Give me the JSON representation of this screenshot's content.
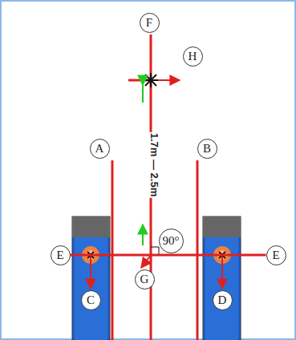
{
  "diagram": {
    "nodes": [
      {
        "text": [
          "F"
        ]
      },
      {
        "text": [
          "H"
        ]
      },
      {
        "text": [
          "A"
        ]
      },
      {
        "text": [
          "B"
        ]
      },
      {
        "text": [
          "E"
        ]
      },
      {
        "text": [
          "E"
        ]
      },
      {
        "text": [
          "C"
        ]
      },
      {
        "text": [
          "D"
        ]
      },
      {
        "text": [
          "G"
        ]
      },
      {
        "text": [
          "90°"
        ]
      }
    ],
    "edges": [
      {
        "from": 4,
        "to": 5,
        "arrow": "none"
      }
    ],
    "labels": [
      "1.7m — 2.5m"
    ]
  }
}
